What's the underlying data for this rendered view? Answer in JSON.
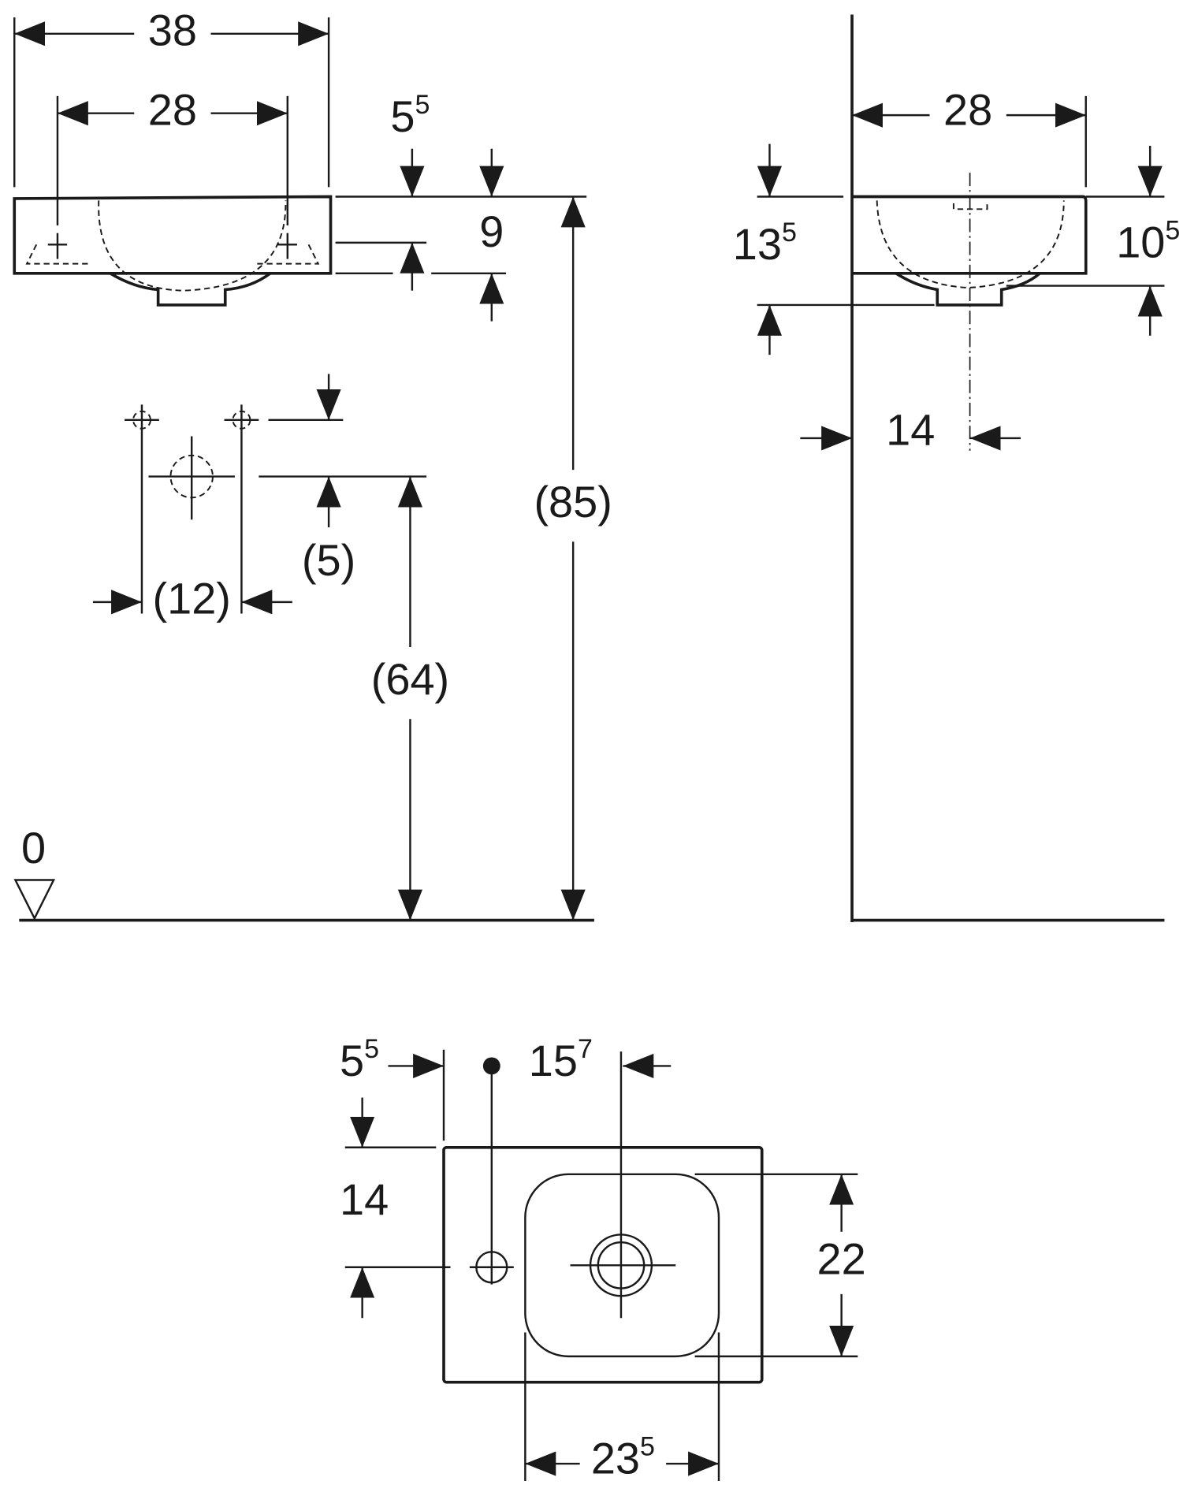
{
  "front_view": {
    "overall_width": "38",
    "tap_spacing_top": "28",
    "rim_to_tap": {
      "base": "5",
      "sup": "5"
    },
    "rim_height": "9",
    "total_height": "(85)",
    "supply_offset": "(5)",
    "supply_spacing": "(12)",
    "drain_height": "(64)",
    "floor_level": "0"
  },
  "side_view": {
    "depth": "28",
    "drain_depth": {
      "base": "13",
      "sup": "5"
    },
    "bowl_depth": {
      "base": "10",
      "sup": "5"
    },
    "drain_from_wall": "14"
  },
  "plan_view": {
    "tap_from_edge": {
      "base": "5",
      "sup": "5"
    },
    "tap_to_drain": {
      "base": "15",
      "sup": "7"
    },
    "tap_from_back": "14",
    "bowl_length": "22",
    "bowl_width": {
      "base": "23",
      "sup": "5"
    }
  }
}
